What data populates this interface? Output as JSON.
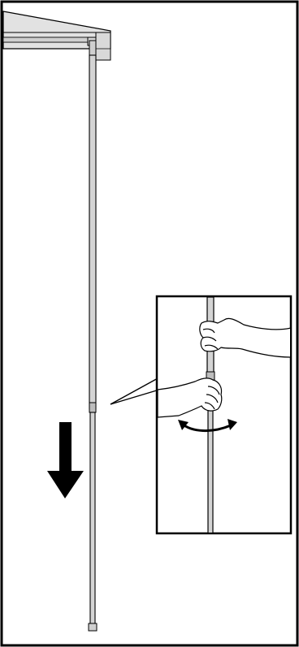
{
  "diagram": {
    "kind": "assembly-instruction",
    "labels": [],
    "colors": {
      "line": "#000000",
      "background": "#ffffff",
      "pole": "#d4d4d4",
      "canopy": "#e0e0e0",
      "arrow": "#000000"
    },
    "icons": {
      "direction": "arrow-down-icon",
      "rotation": "rotate-arrow-icon"
    },
    "steps": [
      {
        "action": "pull-down-leg",
        "detail_view": "twist-lock-pole"
      }
    ]
  }
}
